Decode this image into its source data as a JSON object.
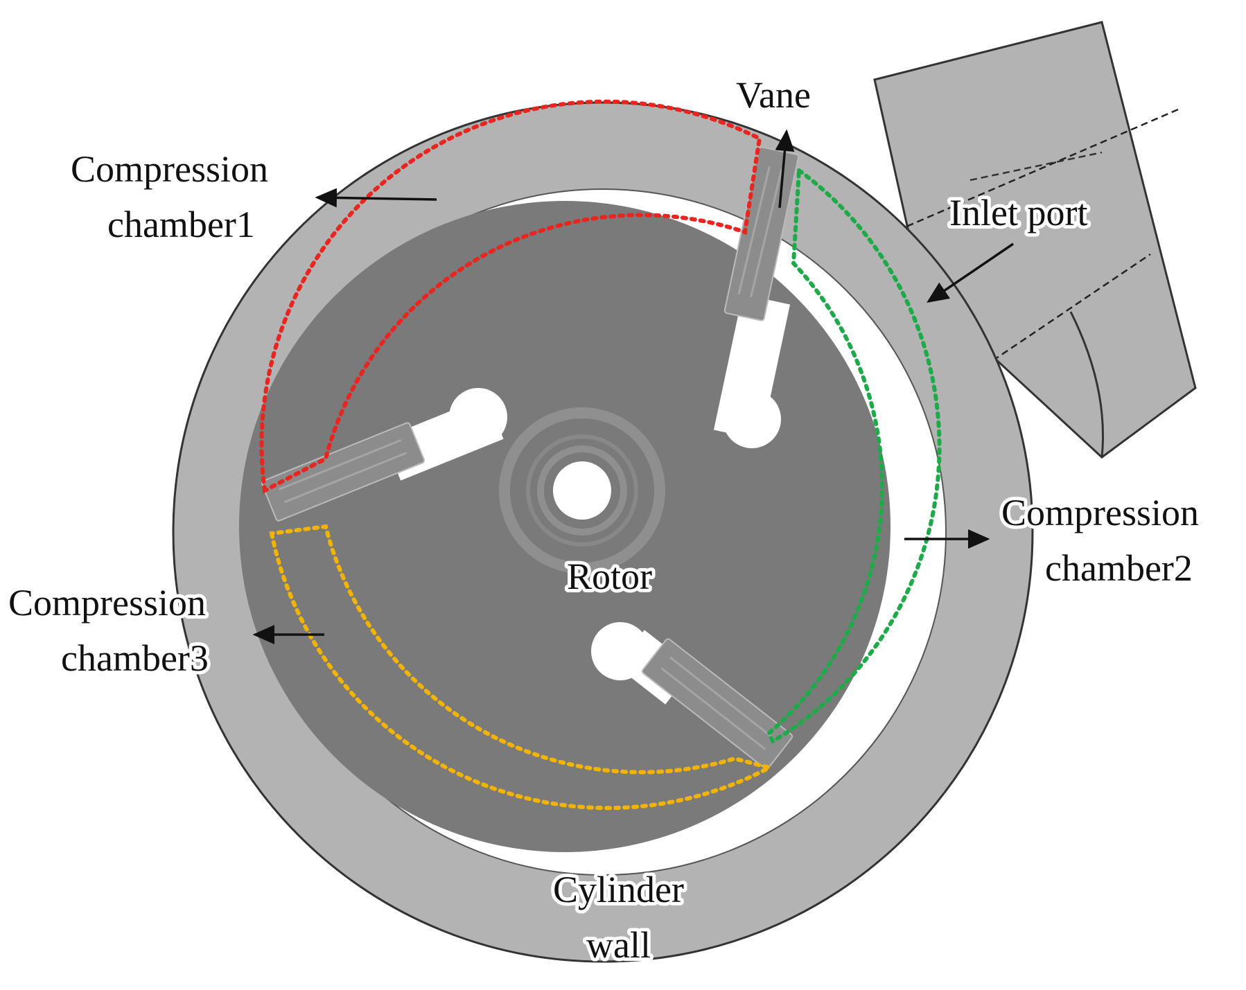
{
  "labels": {
    "vane": "Vane",
    "inlet_port": "Inlet port",
    "chamber1_line1": "Compression",
    "chamber1_line2": "chamber1",
    "chamber2_line1": "Compression",
    "chamber2_line2": "chamber2",
    "chamber3_line1": "Compression",
    "chamber3_line2": "chamber3",
    "rotor": "Rotor",
    "cylinder_line1": "Cylinder",
    "cylinder_line2": "wall"
  },
  "colors": {
    "cylinder_wall": "#b3b3b3",
    "rotor": "#7a7a7a",
    "vane": "#8c8c8c",
    "chamber_fill": "#ffffff",
    "chamber1_outline": "#e8251f",
    "chamber2_outline": "#1faa4a",
    "chamber3_outline": "#f2b400",
    "arrow": "#111111"
  }
}
